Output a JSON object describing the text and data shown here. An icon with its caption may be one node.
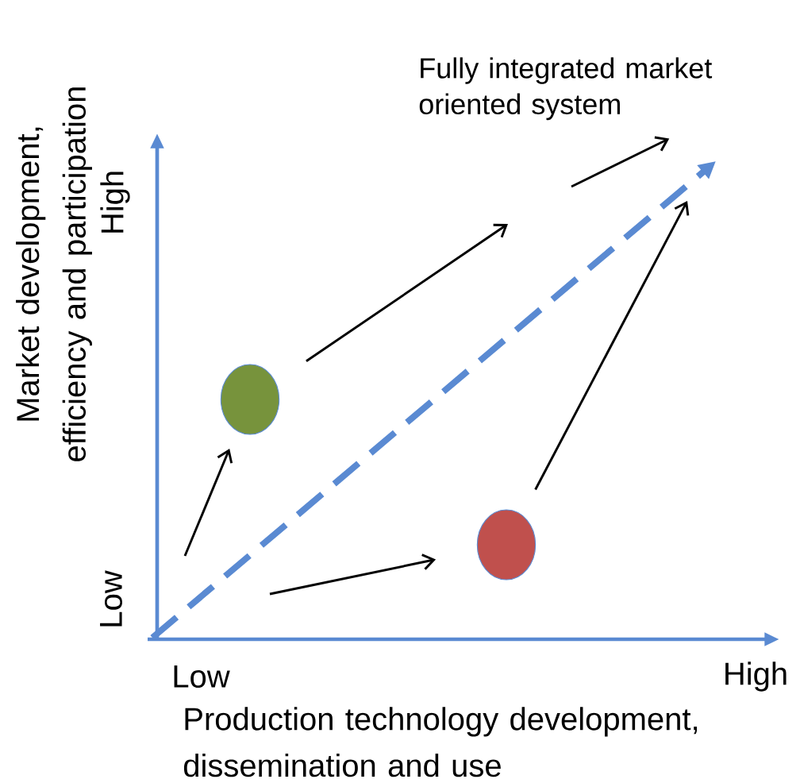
{
  "diagram": {
    "nodes": [
      {
        "text": [],
        "shape": "circle"
      },
      {
        "text": [],
        "shape": "circle"
      },
      {
        "text": [
          "Fully integrated market oriented system"
        ]
      }
    ],
    "edges": [
      {
        "from": null,
        "to": 0,
        "arrow": "to"
      },
      {
        "from": null,
        "to": 1,
        "arrow": "to"
      },
      {
        "from": 0,
        "to": null,
        "arrow": "to"
      },
      {
        "from": 1,
        "to": null,
        "arrow": "to"
      },
      {
        "from": null,
        "to": 2,
        "arrow": "to"
      }
    ],
    "labels": [
      "Market development, efficiency and participation",
      "High",
      "Low",
      "Low",
      "High",
      "Production technology development, dissemination and use"
    ]
  }
}
